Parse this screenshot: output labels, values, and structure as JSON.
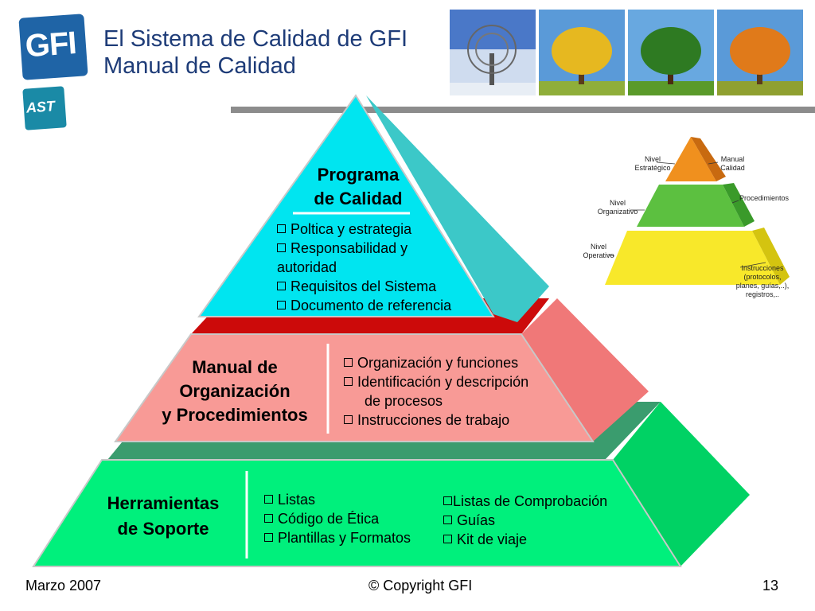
{
  "header": {
    "title_line1": "El Sistema de Calidad de GFI",
    "title_line2": "Manual de Calidad",
    "logo_main": "GFI",
    "logo_sub": "AST",
    "photos": [
      "tree-winter",
      "tree-autumn-yellow",
      "tree-summer-green",
      "tree-autumn-orange"
    ]
  },
  "pyramid": {
    "top": {
      "title_line1": "Programa",
      "title_line2": "de Calidad",
      "items": [
        "Poltica y estrategia",
        "Responsabilidad y",
        "autoridad",
        "Requisitos del Sistema",
        "Documento de referencia"
      ]
    },
    "middle": {
      "title_line1": "Manual de",
      "title_line2": "Organización",
      "title_line3": "y Procedimientos",
      "items": [
        "Organización y funciones",
        "Identificación y descripción",
        "de procesos",
        "Instrucciones de trabajo"
      ]
    },
    "bottom": {
      "title_line1": "Herramientas",
      "title_line2": "de Soporte",
      "items_left": [
        "Listas",
        "Código de Ética",
        "Plantillas y Formatos"
      ],
      "items_right": [
        "Listas de Comprobación",
        "Guías",
        "Kit de viaje"
      ]
    },
    "colors": {
      "top": "#00e5f0",
      "top_side": "#3cc8c8",
      "middle": "#f89a96",
      "middle_side": "#f07878",
      "middle_band": "#cc0a0a",
      "bottom": "#00f07c",
      "bottom_side": "#00d264",
      "bottom_band": "#3a9c6e"
    }
  },
  "mini_pyramid": {
    "left_labels": [
      "Nivel\nEstratégico",
      "Nivel\nOrganizativo",
      "Nivel\nOperativo"
    ],
    "right_labels": [
      "Manual\nCalidad",
      "Procedimientos",
      "Instrucciones\n(protocolos,\nplanes, guías,..),\nregistros,.."
    ]
  },
  "footer": {
    "date": "Marzo 2007",
    "copyright": "© Copyright GFI",
    "page": "13"
  }
}
